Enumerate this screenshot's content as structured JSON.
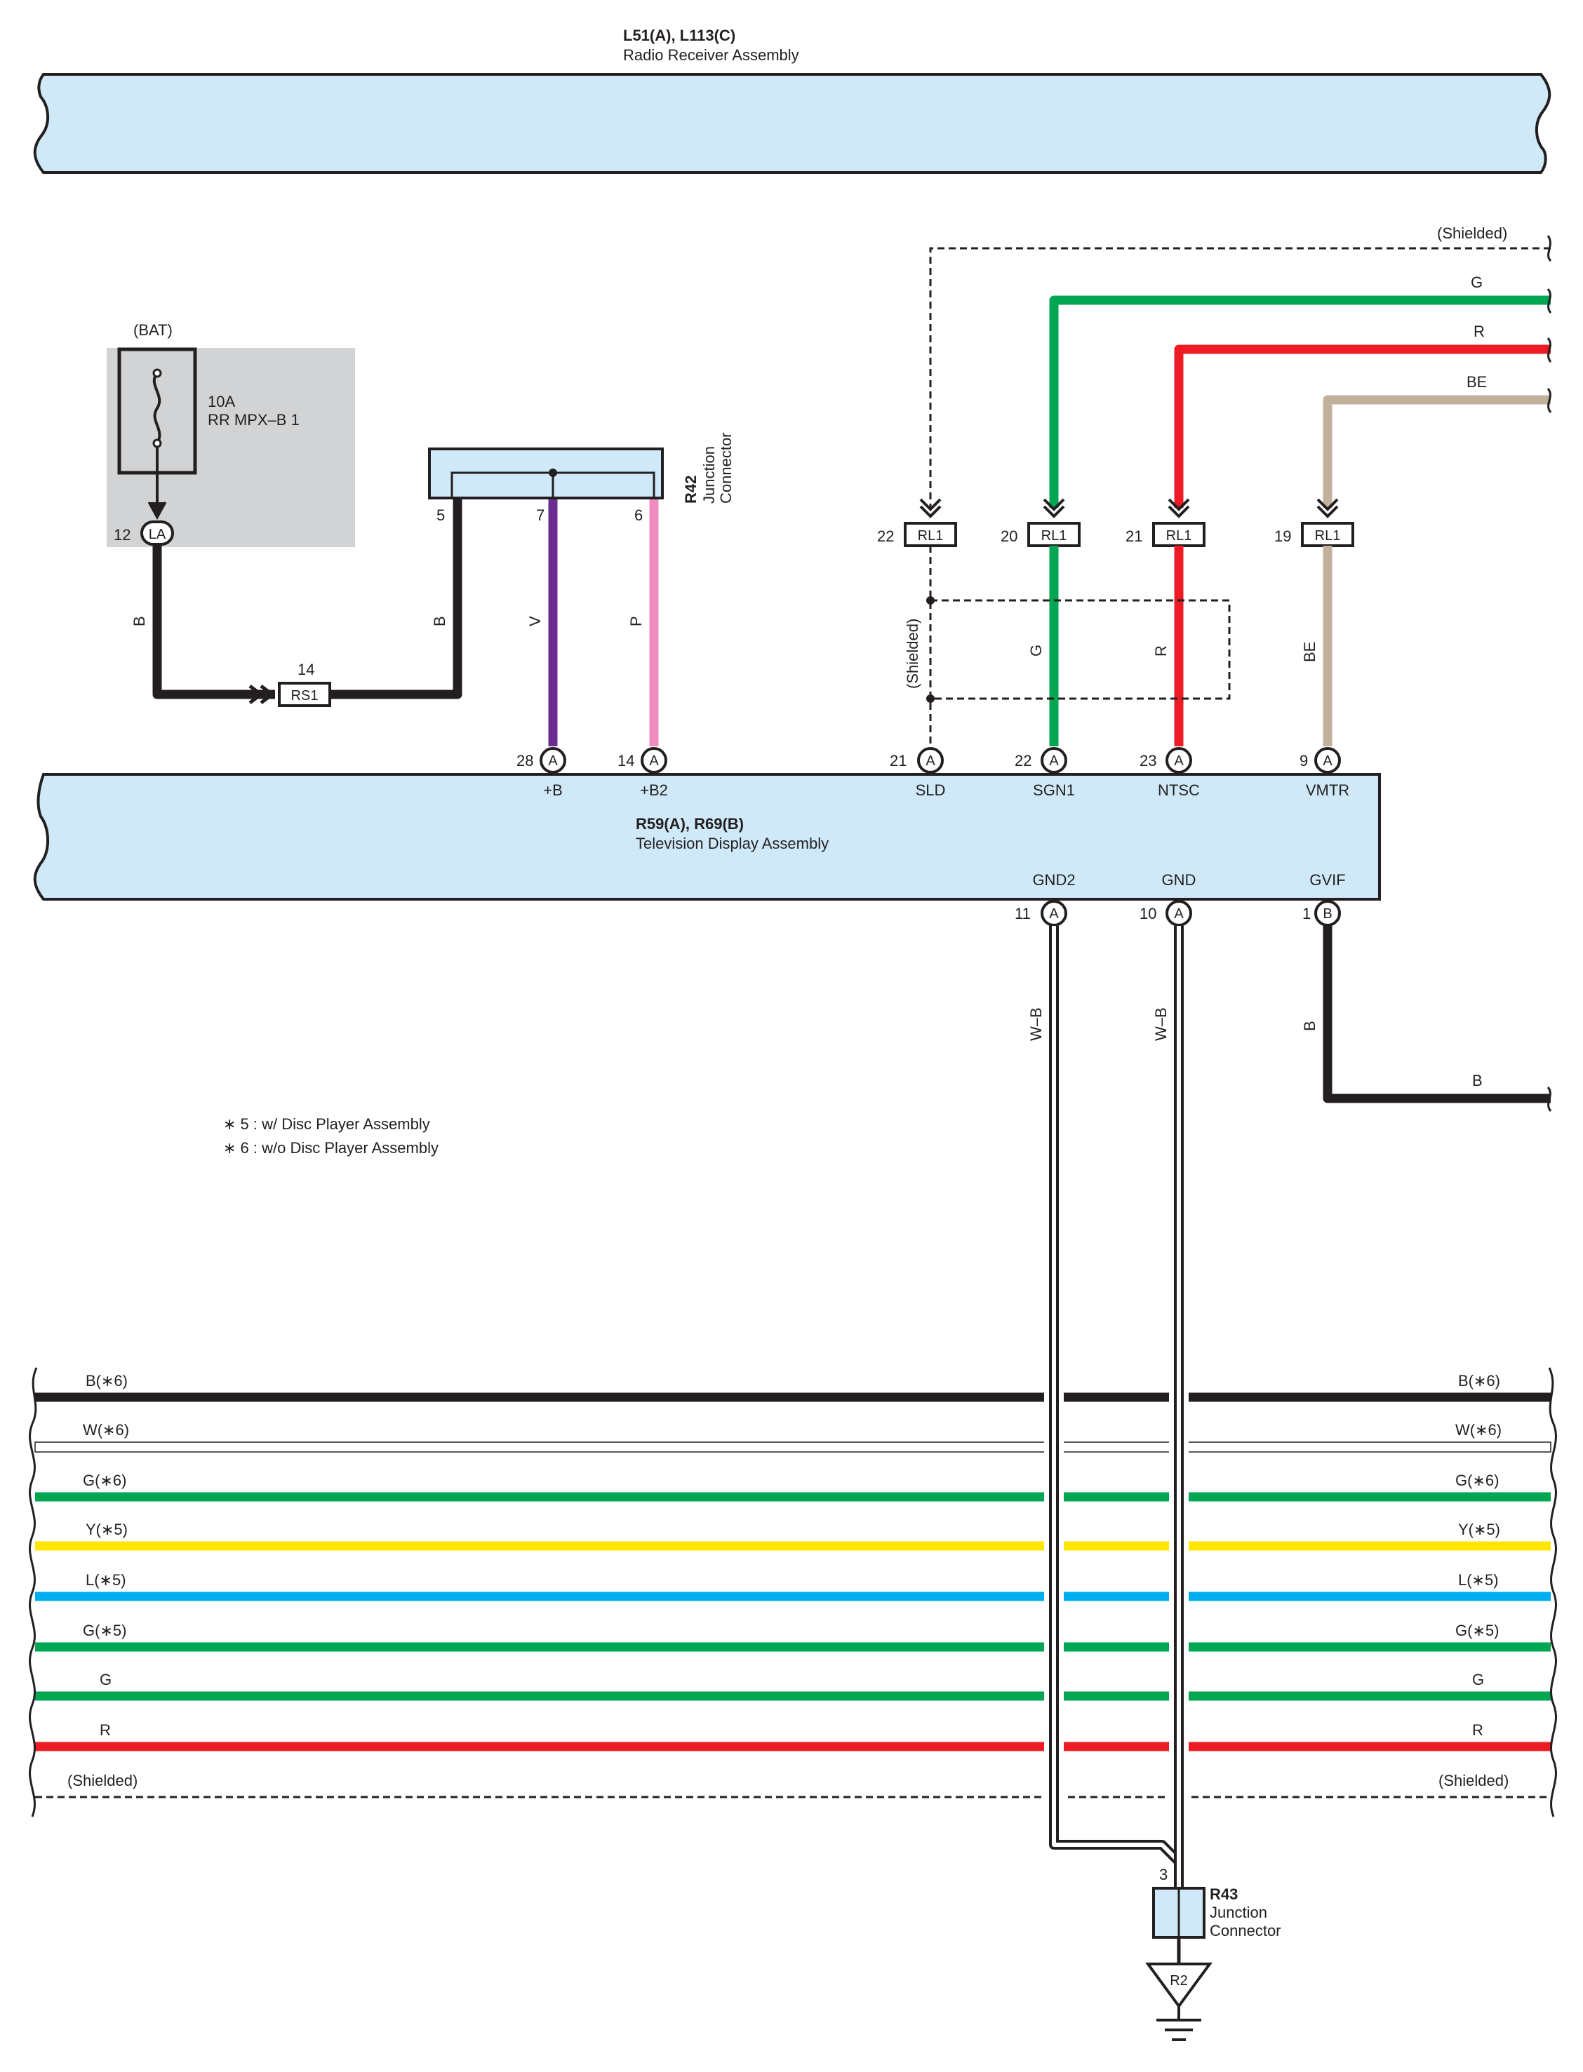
{
  "colors": {
    "panel": "#cfe9f8",
    "black": "#231f20",
    "green": "#00a651",
    "red": "#ed1c24",
    "beige": "#c2b09d",
    "violet": "#6b2c91",
    "pink": "#f08cc0",
    "yellow": "#ffe600",
    "blue": "#00aeef",
    "fuse_box": "#d1d3d4"
  },
  "radio": {
    "code": "L51(A), L113(C)",
    "name": "Radio Receiver Assembly"
  },
  "tv": {
    "code": "R59(A), R69(B)",
    "name": "Television Display Assembly",
    "top_pins": [
      {
        "num": "28",
        "conn": "A",
        "label": "+B"
      },
      {
        "num": "14",
        "conn": "A",
        "label": "+B2"
      },
      {
        "num": "21",
        "conn": "A",
        "label": "SLD"
      },
      {
        "num": "22",
        "conn": "A",
        "label": "SGN1"
      },
      {
        "num": "23",
        "conn": "A",
        "label": "NTSC"
      },
      {
        "num": "9",
        "conn": "A",
        "label": "VMTR"
      }
    ],
    "bottom_pins": [
      {
        "num": "11",
        "conn": "A",
        "label": "GND2"
      },
      {
        "num": "10",
        "conn": "A",
        "label": "GND"
      },
      {
        "num": "1",
        "conn": "B",
        "label": "GVIF"
      }
    ]
  },
  "fuse": {
    "source": "(BAT)",
    "rating": "10A",
    "name": "RR MPX–B 1",
    "pin": "12",
    "connector": "LA"
  },
  "rs1": {
    "pin": "14",
    "name": "RS1"
  },
  "r42": {
    "code": "R42",
    "line1": "Junction",
    "line2": "Connector",
    "pins": [
      "5",
      "7",
      "6"
    ]
  },
  "relay_pins": [
    {
      "num": "22",
      "name": "RL1"
    },
    {
      "num": "20",
      "name": "RL1"
    },
    {
      "num": "21",
      "name": "RL1"
    },
    {
      "num": "19",
      "name": "RL1"
    }
  ],
  "wire_labels": {
    "b": "B",
    "v": "V",
    "p": "P",
    "g": "G",
    "r": "R",
    "be": "BE",
    "wb": "W–B",
    "shielded": "(Shielded)"
  },
  "notes": [
    "∗ 5 : w/ Disc Player Assembly",
    "∗ 6 : w/o Disc Player Assembly"
  ],
  "harness": [
    {
      "label": "B(∗6)",
      "color": "#231f20"
    },
    {
      "label": "W(∗6)",
      "color": "#ffffff"
    },
    {
      "label": "G(∗6)",
      "color": "#00a651"
    },
    {
      "label": "Y(∗5)",
      "color": "#ffe600"
    },
    {
      "label": "L(∗5)",
      "color": "#00aeef"
    },
    {
      "label": "G(∗5)",
      "color": "#00a651"
    },
    {
      "label": "G",
      "color": "#00a651"
    },
    {
      "label": "R",
      "color": "#ed1c24"
    }
  ],
  "harness_shield_label": "(Shielded)",
  "r43": {
    "code": "R43",
    "line1": "Junction",
    "line2": "Connector",
    "pin": "3",
    "ground": "R2"
  }
}
